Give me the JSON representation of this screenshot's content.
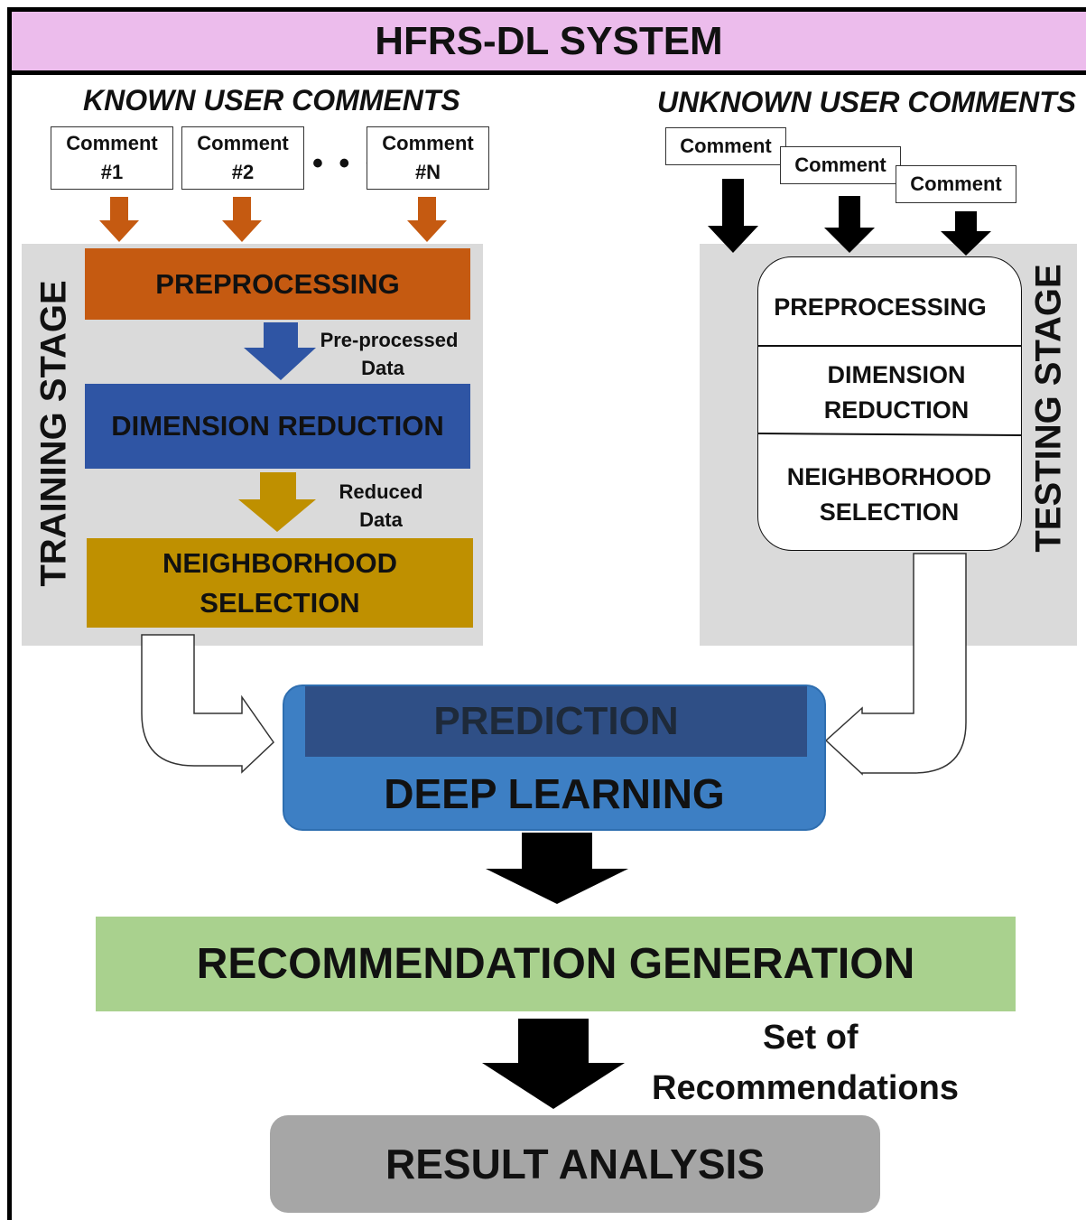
{
  "title": "HFRS-DL SYSTEM",
  "known": {
    "heading": "KNOWN USER COMMENTS",
    "comments": [
      {
        "line1": "Comment",
        "line2": "#1"
      },
      {
        "line1": "Comment",
        "line2": "#2"
      },
      {
        "line1": "Comment",
        "line2": "#N"
      }
    ],
    "ellipsis": "• • •"
  },
  "unknown": {
    "heading": "UNKNOWN USER COMMENTS",
    "comments": [
      "Comment",
      "Comment",
      "Comment"
    ]
  },
  "training": {
    "label": "TRAINING STAGE",
    "preprocessing": "PREPROCESSING",
    "preprocessed_line1": "Pre-processed",
    "preprocessed_line2": "Data",
    "dimension": "DIMENSION REDUCTION",
    "reduced_line1": "Reduced",
    "reduced_line2": "Data",
    "neighborhood_line1": "NEIGHBORHOOD",
    "neighborhood_line2": "SELECTION"
  },
  "testing": {
    "label": "TESTING STAGE",
    "preprocessing": "PREPROCESSING",
    "dimension_line1": "DIMENSION",
    "dimension_line2": "REDUCTION",
    "neighborhood_line1": "NEIGHBORHOOD",
    "neighborhood_line2": "SELECTION"
  },
  "prediction": "PREDICTION",
  "deep_learning": "DEEP LEARNING",
  "recommendation": "RECOMMENDATION GENERATION",
  "set_line1": "Set of",
  "set_line2": "Recommendations",
  "result": "RESULT ANALYSIS",
  "colors": {
    "title_bg": "#ecbcec",
    "orange": "#c55a11",
    "blue": "#2f55a4",
    "gold": "#bf9000",
    "gray_panel": "#dadada",
    "deep_learning": "#3d7fc4",
    "prediction_band": "#2f4f86",
    "recommendation": "#a9d18e",
    "result": "#a6a6a6"
  }
}
